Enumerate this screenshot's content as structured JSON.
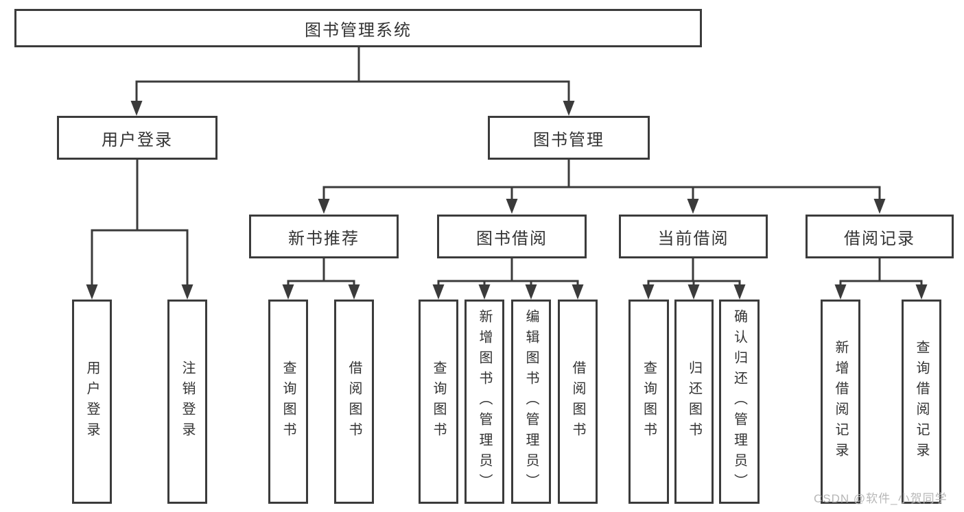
{
  "title_box": "图书管理系统",
  "branches": [
    {
      "label": "用户登录",
      "leaves": [
        {
          "label": "用户登录"
        },
        {
          "label": "注销登录"
        }
      ]
    },
    {
      "label": "图书管理",
      "groups": [
        {
          "label": "新书推荐",
          "leaves": [
            {
              "label": "查询图书"
            },
            {
              "label": "借阅图书"
            }
          ]
        },
        {
          "label": "图书借阅",
          "leaves": [
            {
              "label": "查询图书"
            },
            {
              "label": "新增图书（管理员）"
            },
            {
              "label": "编辑图书（管理员）"
            },
            {
              "label": "借阅图书"
            }
          ]
        },
        {
          "label": "当前借阅",
          "leaves": [
            {
              "label": "查询图书"
            },
            {
              "label": "归还图书"
            },
            {
              "label": "确认归还（管理员）"
            }
          ]
        },
        {
          "label": "借阅记录",
          "leaves": [
            {
              "label": "新增借阅记录"
            },
            {
              "label": "查询借阅记录"
            }
          ]
        }
      ]
    }
  ],
  "watermark": {
    "text": "CSDN @软件_小贺同学"
  },
  "colors": {
    "line": "#3b3b3b",
    "text": "#333333",
    "watermark": "#b7b7b7",
    "background": "#ffffff"
  }
}
